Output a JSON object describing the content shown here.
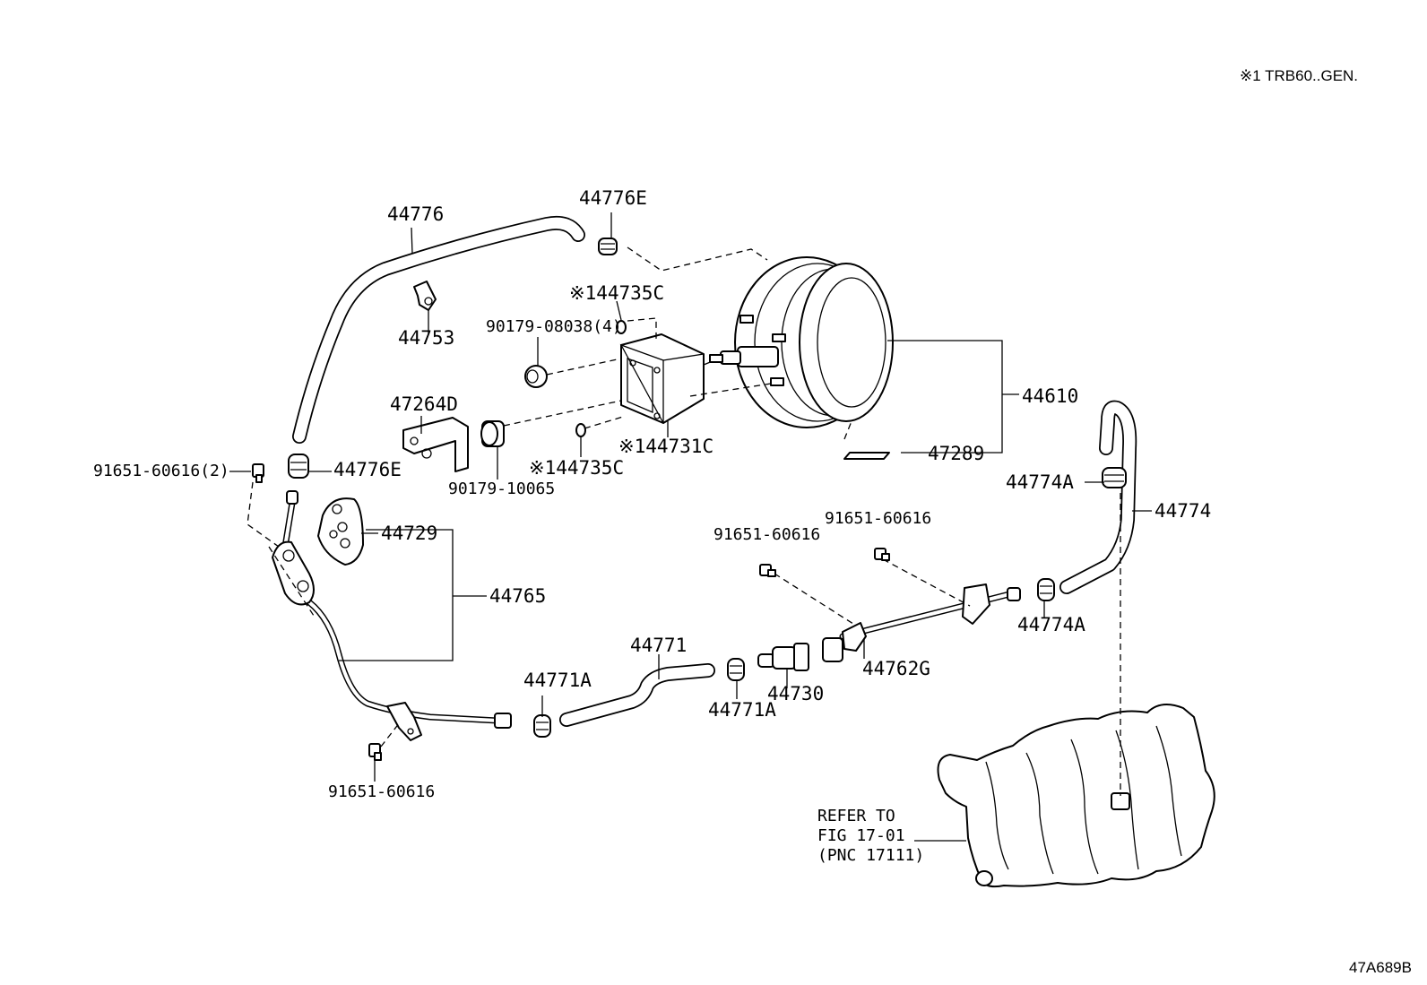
{
  "diagram": {
    "footnote": "※1 TRB60..GEN.",
    "figure_code": "47A689B",
    "refer_note": {
      "line1": "REFER TO",
      "line2": "FIG 17-01",
      "line3": "(PNC 17111)"
    },
    "labels": {
      "p44776": "44776",
      "p44776E_top": "44776E",
      "p44776E_left": "44776E",
      "p44753": "44753",
      "p44735C_top": "※144735C",
      "p44735C_bottom": "※144735C",
      "p90179_08038": "90179-08038(4)",
      "p47264D": "47264D",
      "p90179_10065": "90179-10065",
      "p44731C": "※144731C",
      "p44610": "44610",
      "p47289": "47289",
      "p91651_60616_2": "91651-60616(2)",
      "p44729": "44729",
      "p44765": "44765",
      "p44774A_top": "44774A",
      "p44774": "44774",
      "p91651_60616_a": "91651-60616",
      "p91651_60616_b": "91651-60616",
      "p44774A_right": "44774A",
      "p44771": "44771",
      "p44771A_left": "44771A",
      "p44771A_mid": "44771A",
      "p44730": "44730",
      "p44762G": "44762G",
      "p91651_60616_c": "91651-60616"
    }
  }
}
